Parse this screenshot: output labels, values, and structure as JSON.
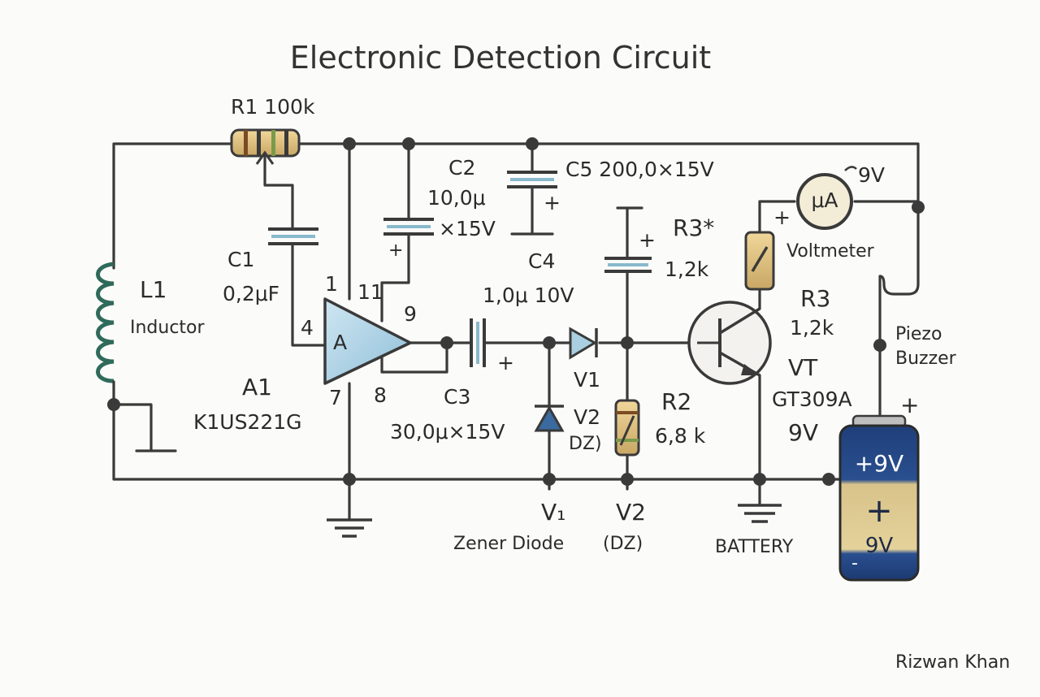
{
  "title": "Electronic Detection Circuit",
  "author": "Rizwan Khan",
  "labels": {
    "r1": "R1 100k",
    "c2_name": "C2",
    "c2_value": "10,0μ",
    "c2_voltage": "×15V",
    "c5": "C5  200,0×15V",
    "c5_plus": "+",
    "meter_symbol": "μA",
    "meter_voltage": "9V",
    "meter_plus": "+",
    "voltmeter": "Voltmeter",
    "c1_name": "C1",
    "c1_value": "0,2μF",
    "l1_name": "L1",
    "l1_desc": "Inductor",
    "c4_name": "C4",
    "c4_value": "1,0μ  10V",
    "r3star_name": "R3*",
    "r3star_value": "1,2k",
    "r3star_plus": "+",
    "pin1": "1",
    "pin11": "11",
    "pin9": "9",
    "pin4": "4",
    "pin7": "7",
    "pin8": "8",
    "amp_letter": "A",
    "a1_name": "A1",
    "a1_part": "K1US221G",
    "c3_name": "C3",
    "c3_value": "30,0μ×15V",
    "c3_plus": "+",
    "c2_plus": "+",
    "v1_label": "V1",
    "v2_label": "V2",
    "v2_sub": "DZ)",
    "r2_name": "R2",
    "r2_value": "6,8 k",
    "r3_name": "R3",
    "r3_value": "1,2k",
    "vt_name": "VT",
    "vt_part": "GT309A",
    "vt_voltage": "9V",
    "piezo_line1": "Piezo",
    "piezo_line2": "Buzzer",
    "bottom_v1": "V₁",
    "zener": "Zener Diode",
    "bottom_v2": "V2",
    "bottom_dz": "(DZ)",
    "battery": "BATTERY",
    "battery_plus": "+",
    "battery_top": "+9V",
    "battery_mid": "+",
    "battery_bottom": "9V",
    "battery_minus": "-"
  }
}
